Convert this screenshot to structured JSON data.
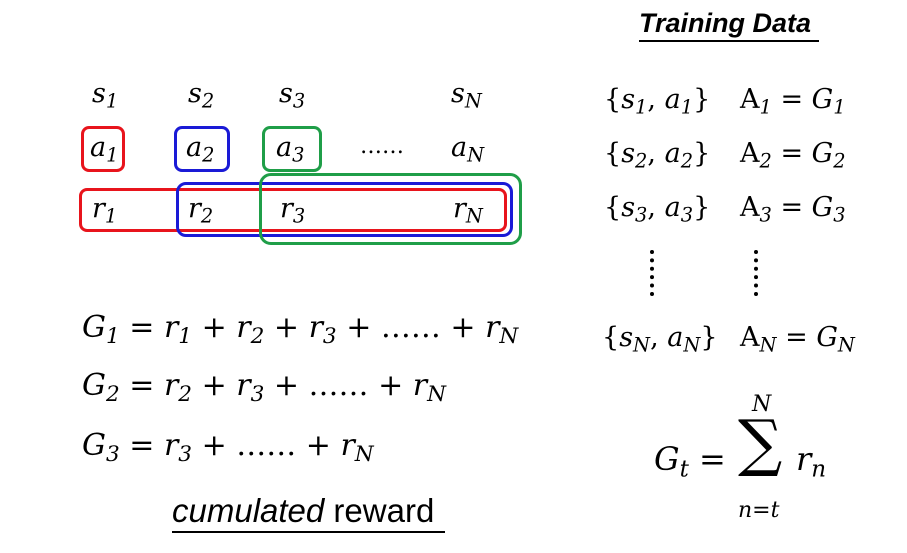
{
  "title": "Training Data",
  "sequence": {
    "states": [
      {
        "base": "s",
        "sub": "1"
      },
      {
        "base": "s",
        "sub": "2"
      },
      {
        "base": "s",
        "sub": "3"
      },
      {
        "base": "s",
        "sub": "N"
      }
    ],
    "actions": [
      {
        "base": "a",
        "sub": "1"
      },
      {
        "base": "a",
        "sub": "2"
      },
      {
        "base": "a",
        "sub": "3"
      },
      {
        "base": "a",
        "sub": "N"
      }
    ],
    "rewards": [
      {
        "base": "r",
        "sub": "1"
      },
      {
        "base": "r",
        "sub": "2"
      },
      {
        "base": "r",
        "sub": "3"
      },
      {
        "base": "r",
        "sub": "N"
      }
    ],
    "ellipsis": "……"
  },
  "equations": {
    "g1": {
      "lhs": "G",
      "lhs_sub": "1",
      "rhs": "= r₁ + r₂ + r₃ + …… + r"
    },
    "g2": {
      "lhs": "G",
      "lhs_sub": "2"
    },
    "g3": {
      "lhs": "G",
      "lhs_sub": "3"
    }
  },
  "caption": {
    "italic": "cumulated",
    "plain": " reward"
  },
  "training": {
    "rows": [
      {
        "s_sub": "1",
        "a_sub": "1",
        "A": "A",
        "A_sub": "1",
        "G_sub": "1"
      },
      {
        "s_sub": "2",
        "a_sub": "2",
        "A": "A",
        "A_sub": "2",
        "G_sub": "2"
      },
      {
        "s_sub": "3",
        "a_sub": "3",
        "A": "A",
        "A_sub": "3",
        "G_sub": "3"
      },
      {
        "s_sub": "N",
        "a_sub": "N",
        "A": "A",
        "A_sub": "N",
        "G_sub": "N"
      }
    ]
  },
  "formula": {
    "lhs": "G",
    "lhs_sub": "t",
    "sum_top": "N",
    "sum_bottom": "n=t",
    "term": "r",
    "term_sub": "n"
  },
  "colors": {
    "red": "#e8141c",
    "blue": "#1a1ad6",
    "green": "#1f9e48"
  }
}
